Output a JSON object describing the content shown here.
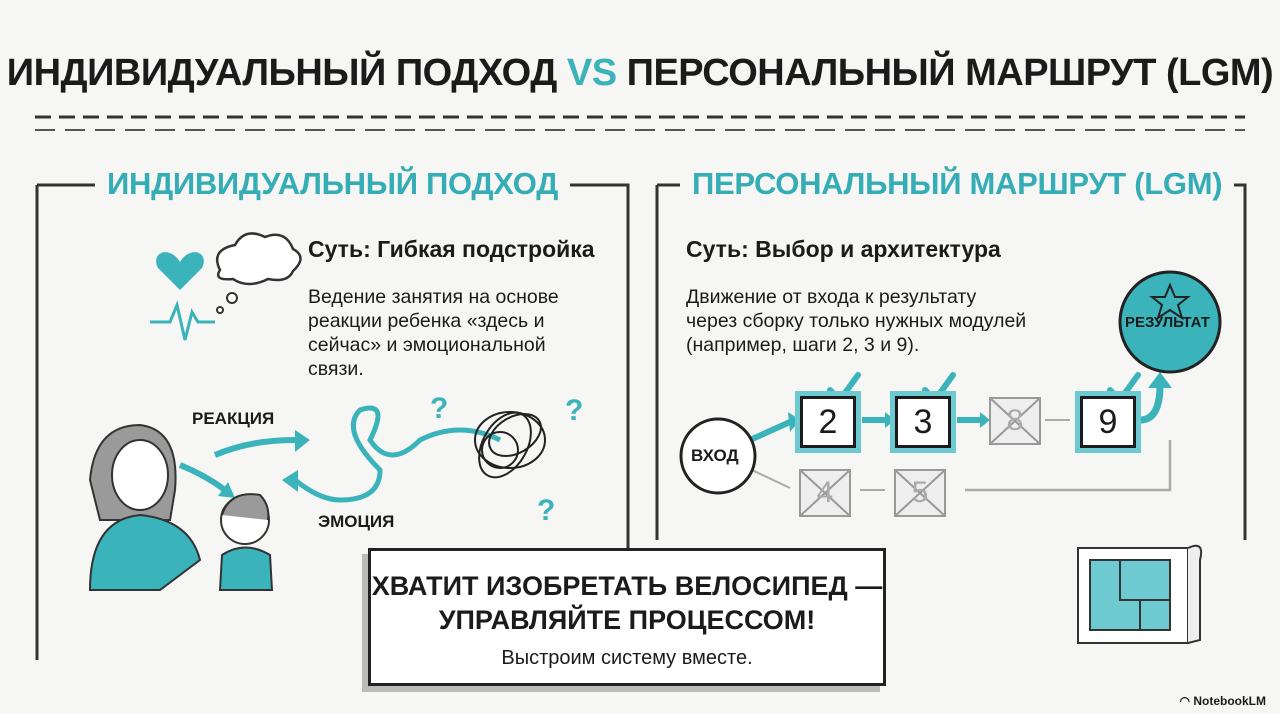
{
  "title": {
    "part1": "ИНДИВИДУАЛЬНЫЙ ПОДХОД",
    "vs": "VS",
    "part2": "ПЕРСОНАЛЬНЫЙ МАРШРУТ (LGM)"
  },
  "left": {
    "header": "ИНДИВИДУАЛЬНЫЙ ПОДХОД",
    "subtitle": "Суть: Гибкая подстройка",
    "body": [
      "Ведение занятия на основе",
      "реакции ребенка «здесь и",
      "сейчас» и эмоциональной",
      "связи."
    ],
    "label_reaction": "РЕАКЦИЯ",
    "label_emotion": "ЭМОЦИЯ"
  },
  "right": {
    "header": "ПЕРСОНАЛЬНЫЙ МАРШРУТ (LGM)",
    "subtitle": "Суть: Выбор и архитектура",
    "body": [
      "Движение от входа к результату",
      "через сборку только нужных модулей",
      "(например, шаги 2, 3 и 9)."
    ],
    "entry": "ВХОД",
    "result": "РЕЗУЛЬТАТ",
    "steps_selected": [
      "2",
      "3",
      "9"
    ],
    "steps_skipped": [
      "8",
      "4",
      "5"
    ]
  },
  "callout": {
    "line1": "ХВАТИТ ИЗОБРЕТАТЬ ВЕЛОСИПЕД —",
    "line2": "УПРАВЛЯЙТЕ ПРОЦЕССОМ!",
    "line3": "Выстроим систему вместе."
  },
  "watermark": "NotebookLM",
  "colors": {
    "accent": "#3bb3bb",
    "text": "#1b1b1b",
    "muted": "#9a9a9a"
  }
}
